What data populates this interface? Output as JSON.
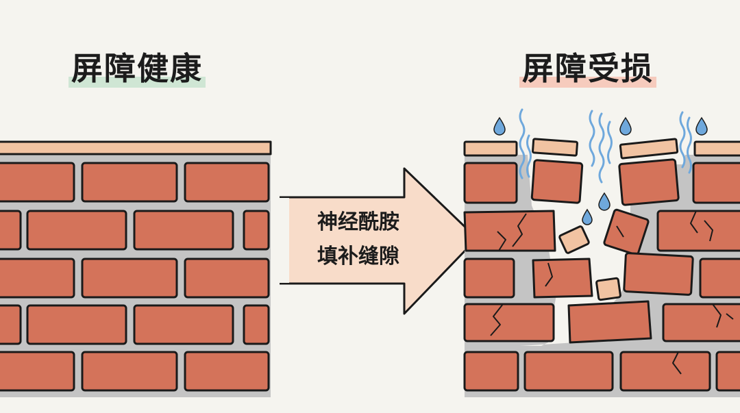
{
  "left_panel": {
    "title": "屏障健康",
    "highlight_color": "#cfe6d4"
  },
  "right_panel": {
    "title": "屏障受损",
    "highlight_color": "#f6cbbd"
  },
  "arrow": {
    "line1": "神经酰胺",
    "line2": "填补缝隙",
    "fill_color": "#f8dcc9"
  },
  "colors": {
    "brick": "#d4735a",
    "mortar": "#c4c4c4",
    "cap": "#f1c3a2",
    "outline": "#1a1a1a",
    "water_drop": "#6fa8dc"
  }
}
